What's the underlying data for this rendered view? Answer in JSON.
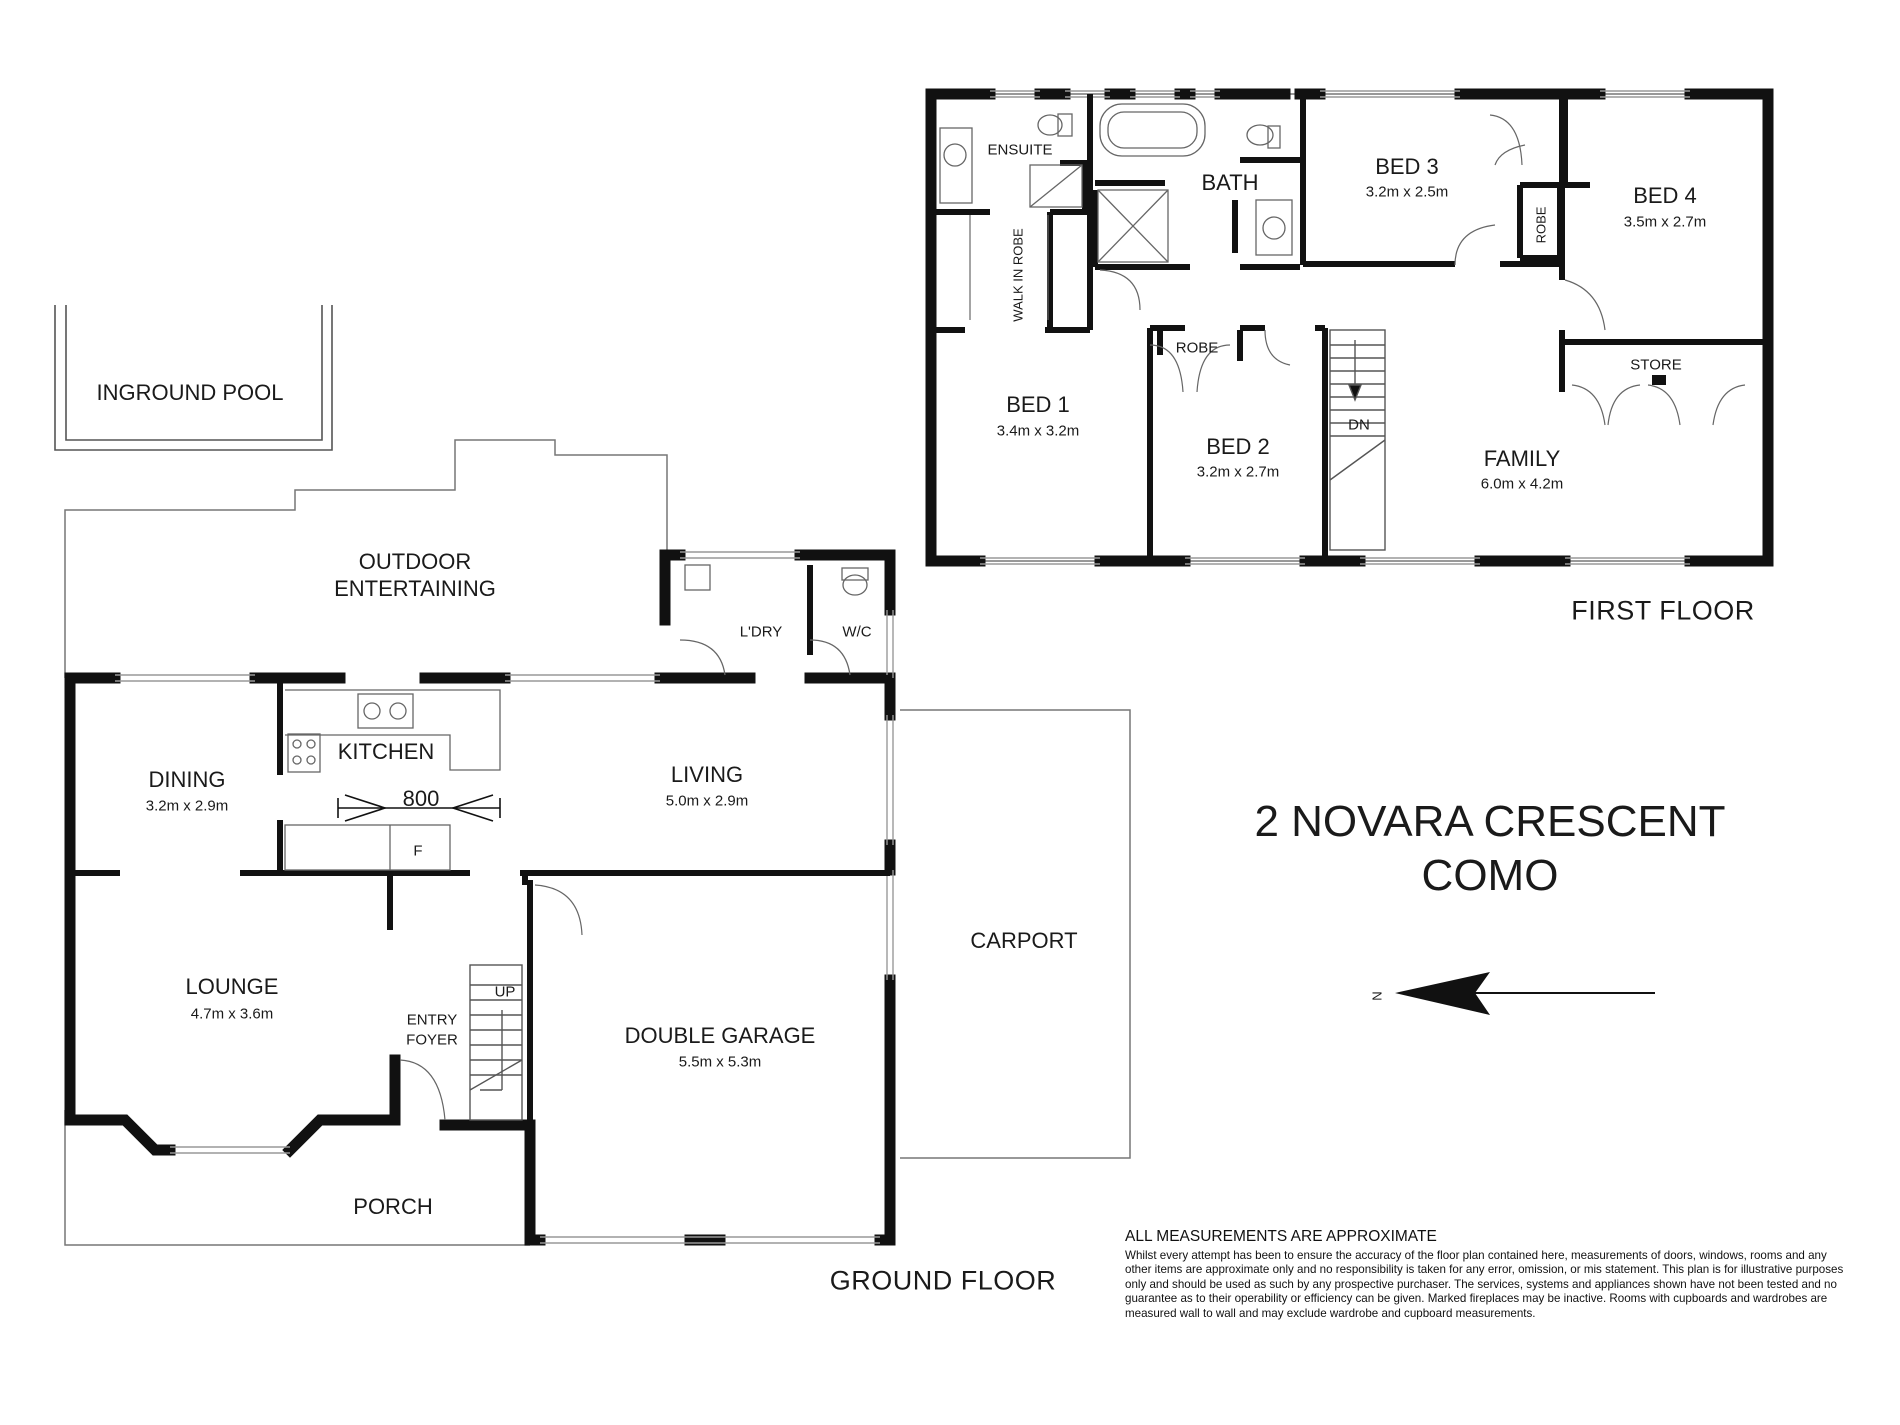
{
  "title": {
    "address_line1": "2 NOVARA CRESCENT",
    "address_line2": "COMO"
  },
  "floors": {
    "first": "FIRST  FLOOR",
    "ground": "GROUND FLOOR"
  },
  "first_floor_rooms": {
    "ensuite": "ENSUITE",
    "bath": "BATH",
    "bed3": {
      "name": "BED 3",
      "size": "3.2m x 2.5m"
    },
    "bed4": {
      "name": "BED 4",
      "size": "3.5m x 2.7m"
    },
    "robe_bed4": "ROBE",
    "walk_in_robe": "WALK IN ROBE",
    "bed1": {
      "name": "BED 1",
      "size": "3.4m x 3.2m"
    },
    "robe_bed2": "ROBE",
    "bed2": {
      "name": "BED 2",
      "size": "3.2m x 2.7m"
    },
    "stairs_down": "DN",
    "store": "STORE",
    "family": {
      "name": "FAMILY",
      "size": "6.0m x 4.2m"
    }
  },
  "ground_floor_rooms": {
    "pool": "INGROUND POOL",
    "outdoor": {
      "line1": "OUTDOOR",
      "line2": "ENTERTAINING"
    },
    "laundry": "L'DRY",
    "wc": "W/C",
    "kitchen": "KITCHEN",
    "dining": {
      "name": "DINING",
      "size": "3.2m x 2.9m"
    },
    "living": {
      "name": "LIVING",
      "size": "5.0m x 2.9m"
    },
    "opening_width": "800",
    "fireplace": "F",
    "lounge": {
      "name": "LOUNGE",
      "size": "4.7m x 3.6m"
    },
    "entry": {
      "line1": "ENTRY",
      "line2": "FOYER"
    },
    "stairs_up": "UP",
    "garage": {
      "name": "DOUBLE GARAGE",
      "size": "5.5m x 5.3m"
    },
    "carport": "CARPORT",
    "porch": "PORCH"
  },
  "compass": {
    "north_label": "N"
  },
  "disclaimer": {
    "title": "ALL MEASUREMENTS ARE APPROXIMATE",
    "body": "Whilst every attempt has been to ensure the accuracy of the floor plan contained here, measurements of doors, windows, rooms and any other items are approximate only and no responsibility is taken for any error, omission, or mis statement. This plan is for illustrative purposes only and should be used as such by any prospective purchaser. The services, systems and appliances shown have not been tested and no guarantee as to their operability or efficiency can be given. Marked fireplaces may be inactive. Rooms with cupboards and wardrobes are measured wall to wall and may exclude wardrobe and cupboard measurements."
  }
}
